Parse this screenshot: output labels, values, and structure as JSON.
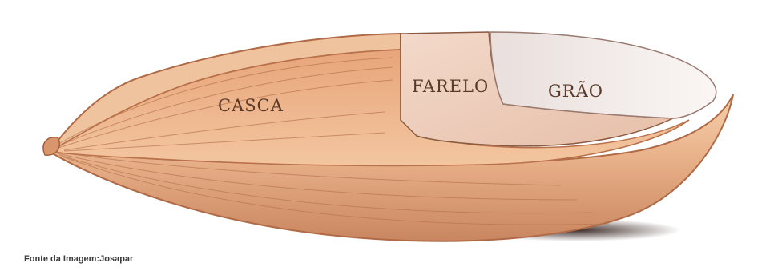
{
  "diagram": {
    "labels": {
      "casca": "CASCA",
      "farelo": "FARELO",
      "grao": "GRÃO"
    },
    "caption": "Fonte da Imagem:Josapar",
    "colors": {
      "husk_light": "#f3c9a2",
      "husk_mid": "#e2a97e",
      "husk_dark": "#c27d55",
      "husk_line": "#b06a45",
      "bran": "#efd2c2",
      "grain": "#f3ece9",
      "shadow": "#2a1712"
    }
  }
}
